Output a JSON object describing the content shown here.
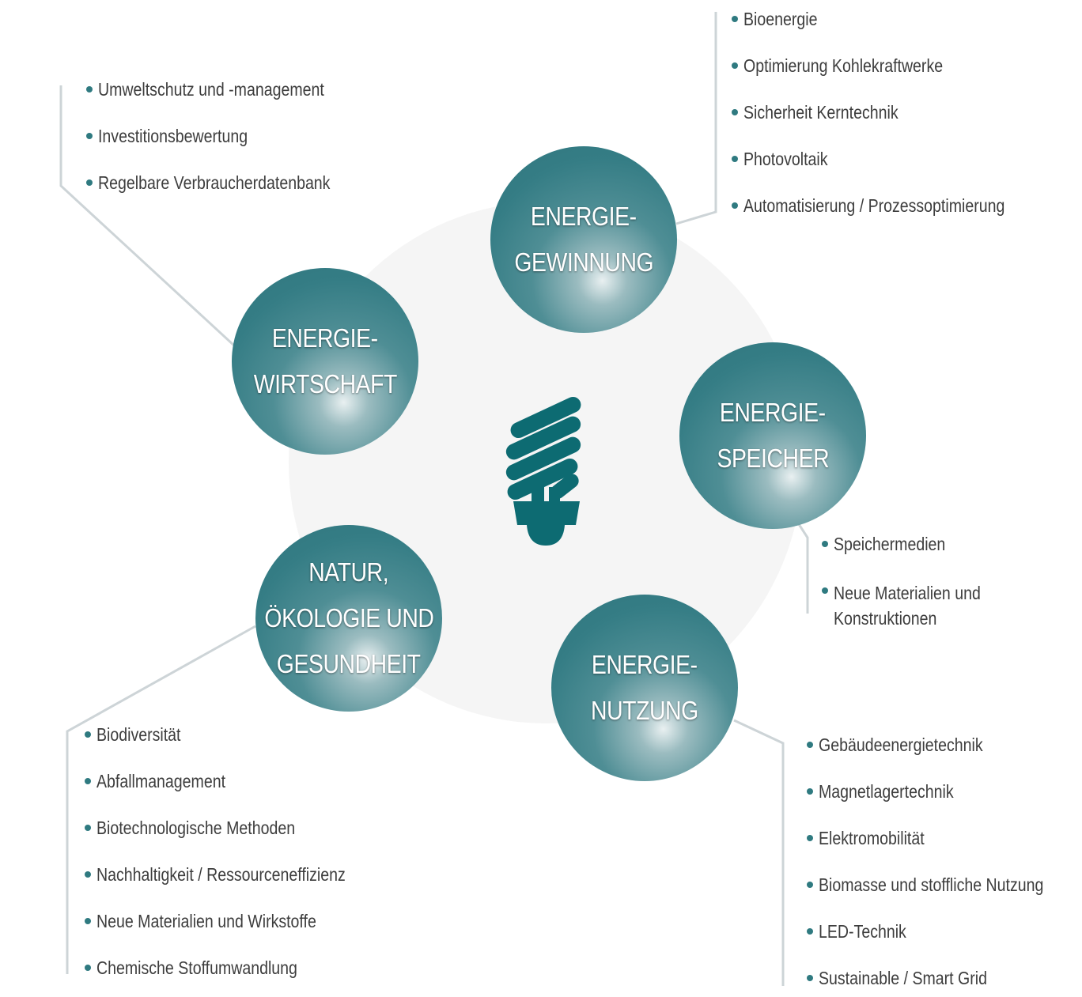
{
  "colors": {
    "teal": "#2f757d",
    "line": "#cdd4d7",
    "text": "#3d3d3d",
    "blob": "#f5f5f5"
  },
  "center_icon": "light-bulb-icon",
  "topics": [
    {
      "id": "energie-wirtschaft",
      "title": [
        "ENERGIE-",
        "WIRTSCHAFT"
      ],
      "items": [
        "Umweltschutz und -management",
        "Investitionsbewertung",
        "Regelbare Verbraucherdatenbank"
      ]
    },
    {
      "id": "energie-gewinnung",
      "title": [
        "ENERGIE-",
        "GEWINNUNG"
      ],
      "items": [
        "Bioenergie",
        "Optimierung Kohlekraftwerke",
        "Sicherheit Kerntechnik",
        "Photovoltaik",
        "Automatisierung / Prozessoptimierung"
      ]
    },
    {
      "id": "energie-speicher",
      "title": [
        "ENERGIE-",
        "SPEICHER"
      ],
      "items": [
        "Speichermedien",
        "Neue Materialien und Konstruktionen"
      ]
    },
    {
      "id": "natur-oekologie-gesundheit",
      "title": [
        "NATUR,",
        "ÖKOLOGIE UND",
        "GESUNDHEIT"
      ],
      "items": [
        "Biodiversität",
        "Abfallmanagement",
        "Biotechnologische Methoden",
        "Nachhaltigkeit / Ressourceneffizienz",
        "Neue Materialien und Wirkstoffe",
        "Chemische Stoffumwandlung"
      ]
    },
    {
      "id": "energie-nutzung",
      "title": [
        "ENERGIE-",
        "NUTZUNG"
      ],
      "items": [
        "Gebäudeenergietechnik",
        "Magnetlagertechnik",
        "Elektromobilität",
        "Biomasse und stoffliche Nutzung",
        "LED-Technik",
        "Sustainable / Smart Grid"
      ]
    }
  ]
}
